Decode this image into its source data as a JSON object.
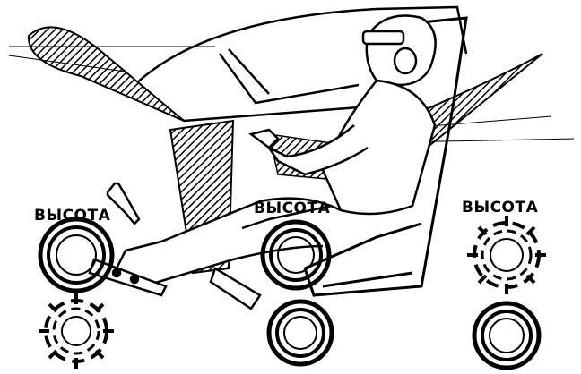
{
  "labels": {
    "left": "ВЫСОТА",
    "center": "ВЫСОТА",
    "right": "ВЫСОТА"
  },
  "colors": {
    "ink": "#000000",
    "paper": "#ffffff"
  },
  "icons": [
    "control-stick-icon",
    "dial-solid-icon",
    "dial-dashed-icon",
    "pilot-figure-icon"
  ]
}
